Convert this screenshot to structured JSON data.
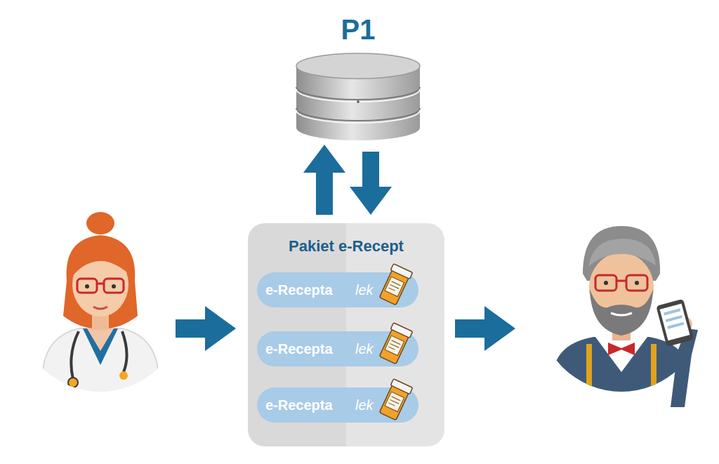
{
  "diagram": {
    "nodes": [
      {
        "text": [
          "P1"
        ]
      },
      {
        "text": [
          "Pakiet e-Recept"
        ]
      },
      {
        "text": [
          "e-Recepta",
          "lek"
        ],
        "in": 1
      },
      {
        "text": [
          "e-Recepta",
          "lek"
        ],
        "in": 1
      },
      {
        "text": [
          "e-Recepta",
          "lek"
        ],
        "in": 1
      }
    ],
    "edges": [
      {
        "from": 1,
        "to": 0,
        "arrow": "to"
      },
      {
        "from": 0,
        "to": 1,
        "arrow": "to"
      }
    ]
  }
}
